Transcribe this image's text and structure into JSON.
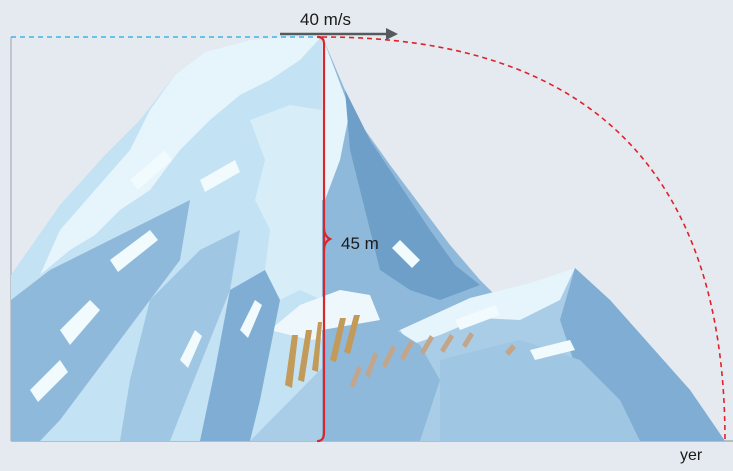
{
  "labels": {
    "speed": "40 m/s",
    "height": "45 m",
    "ground": "yer"
  },
  "colors": {
    "background": "#e4eaef",
    "frame": "#9aa3ab",
    "horizontal_guide": "#3fb4e6",
    "trajectory": "#e0222a",
    "height_marker": "#d9262b",
    "arrow": "#555a5f",
    "snow_light": "#e6f4fb",
    "snow_mid": "#c3e2f3",
    "rock_shadow": "#8fb9da",
    "rock_dark": "#6e9fc8",
    "vegetation": "#c29a5a"
  },
  "icons": {
    "mountain": "snowy-mountain-illustration",
    "velocity": "right-arrow"
  }
}
